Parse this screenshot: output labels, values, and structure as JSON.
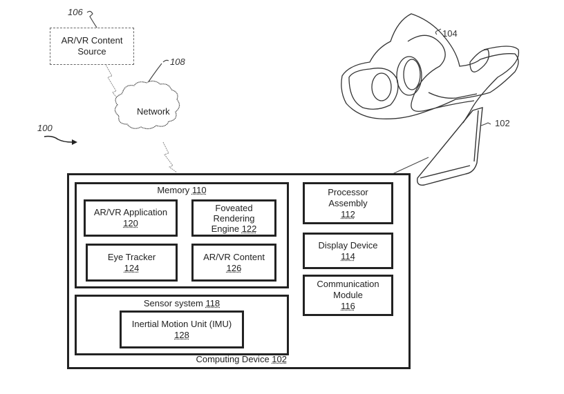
{
  "figure": {
    "system_ref": "100",
    "content_source": {
      "ref": "106",
      "line1": "AR/VR Content",
      "line2": "Source"
    },
    "network": {
      "ref": "108",
      "label": "Network"
    },
    "headset": {
      "ref": "104"
    },
    "phone": {
      "ref": "102"
    },
    "computing_device": {
      "label": "Computing Device",
      "ref": "102",
      "memory": {
        "label": "Memory",
        "ref": "110",
        "items": [
          {
            "lines": [
              "AR/VR Application"
            ],
            "ref": "120"
          },
          {
            "lines": [
              "Foveated",
              "Rendering",
              "Engine"
            ],
            "ref": "122"
          },
          {
            "lines": [
              "Eye Tracker"
            ],
            "ref": "124"
          },
          {
            "lines": [
              "AR/VR Content"
            ],
            "ref": "126"
          }
        ]
      },
      "sensor_system": {
        "label": "Sensor system",
        "ref": "118",
        "imu": {
          "label": "Inertial Motion Unit (IMU)",
          "ref": "128"
        }
      },
      "side_modules": [
        {
          "lines": [
            "Processor",
            "Assembly"
          ],
          "ref": "112"
        },
        {
          "lines": [
            "Display Device"
          ],
          "ref": "114"
        },
        {
          "lines": [
            "Communication",
            "Module"
          ],
          "ref": "116"
        }
      ]
    }
  }
}
